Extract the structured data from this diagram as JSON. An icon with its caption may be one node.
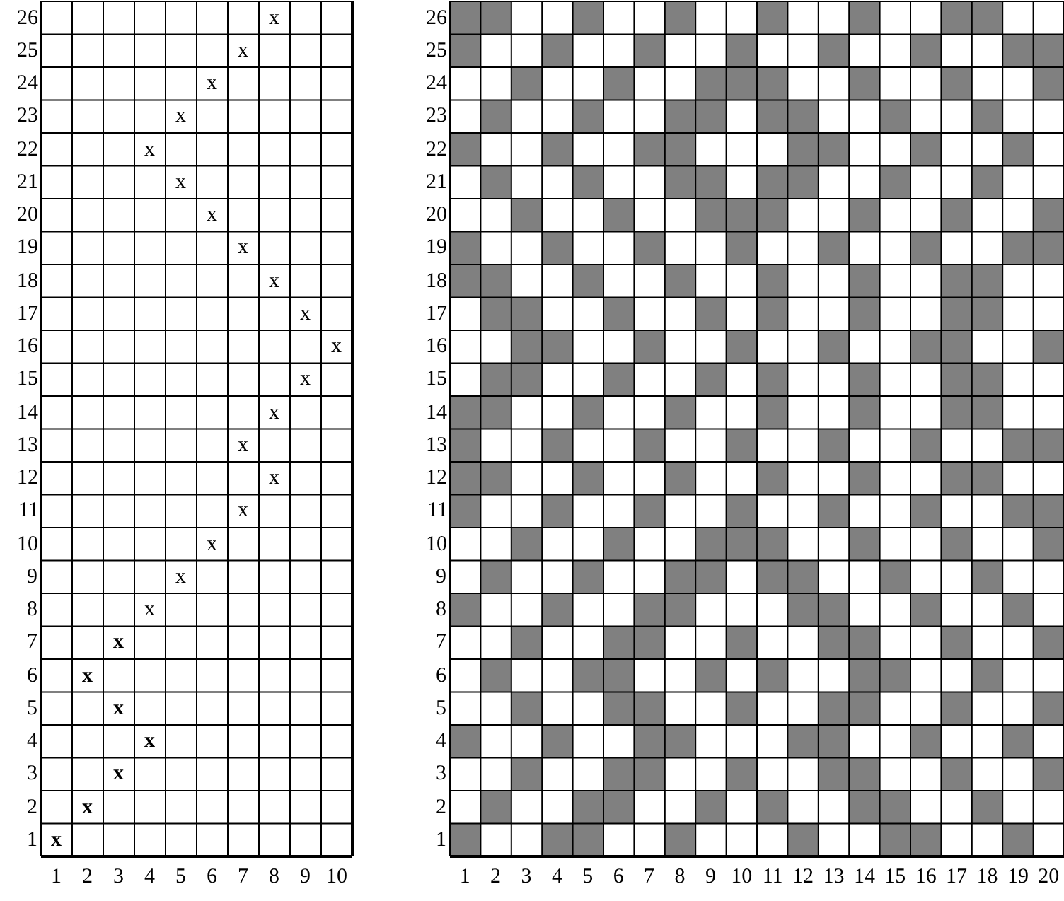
{
  "diagram": {
    "labels": [
      "26",
      "x",
      "25",
      "x",
      "24",
      "x",
      "23",
      "x",
      "22",
      "x",
      "21",
      "x",
      "20",
      "x",
      "19",
      "x",
      "18",
      "x",
      "17",
      "x",
      "16",
      "x",
      "15",
      "x",
      "14",
      "x",
      "13",
      "x",
      "12",
      "x",
      "11",
      "x",
      "10",
      "x",
      "9",
      "x",
      "8",
      "x",
      "7",
      "x",
      "6",
      "x",
      "5",
      "x",
      "4",
      "x",
      "3",
      "x",
      "2",
      "x",
      "1",
      "x",
      "1",
      "2",
      "3",
      "4",
      "5",
      "6",
      "7",
      "8",
      "9",
      "10",
      "26",
      "25",
      "24",
      "23",
      "22",
      "21",
      "20",
      "19",
      "18",
      "17",
      "16",
      "15",
      "14",
      "13",
      "12",
      "11",
      "10",
      "9",
      "8",
      "7",
      "6",
      "5",
      "4",
      "3",
      "2",
      "1",
      "1",
      "2",
      "3",
      "4",
      "5",
      "6",
      "7",
      "8",
      "9",
      "10",
      "11",
      "12",
      "13",
      "14",
      "15",
      "16",
      "17",
      "18",
      "19",
      "20"
    ]
  }
}
